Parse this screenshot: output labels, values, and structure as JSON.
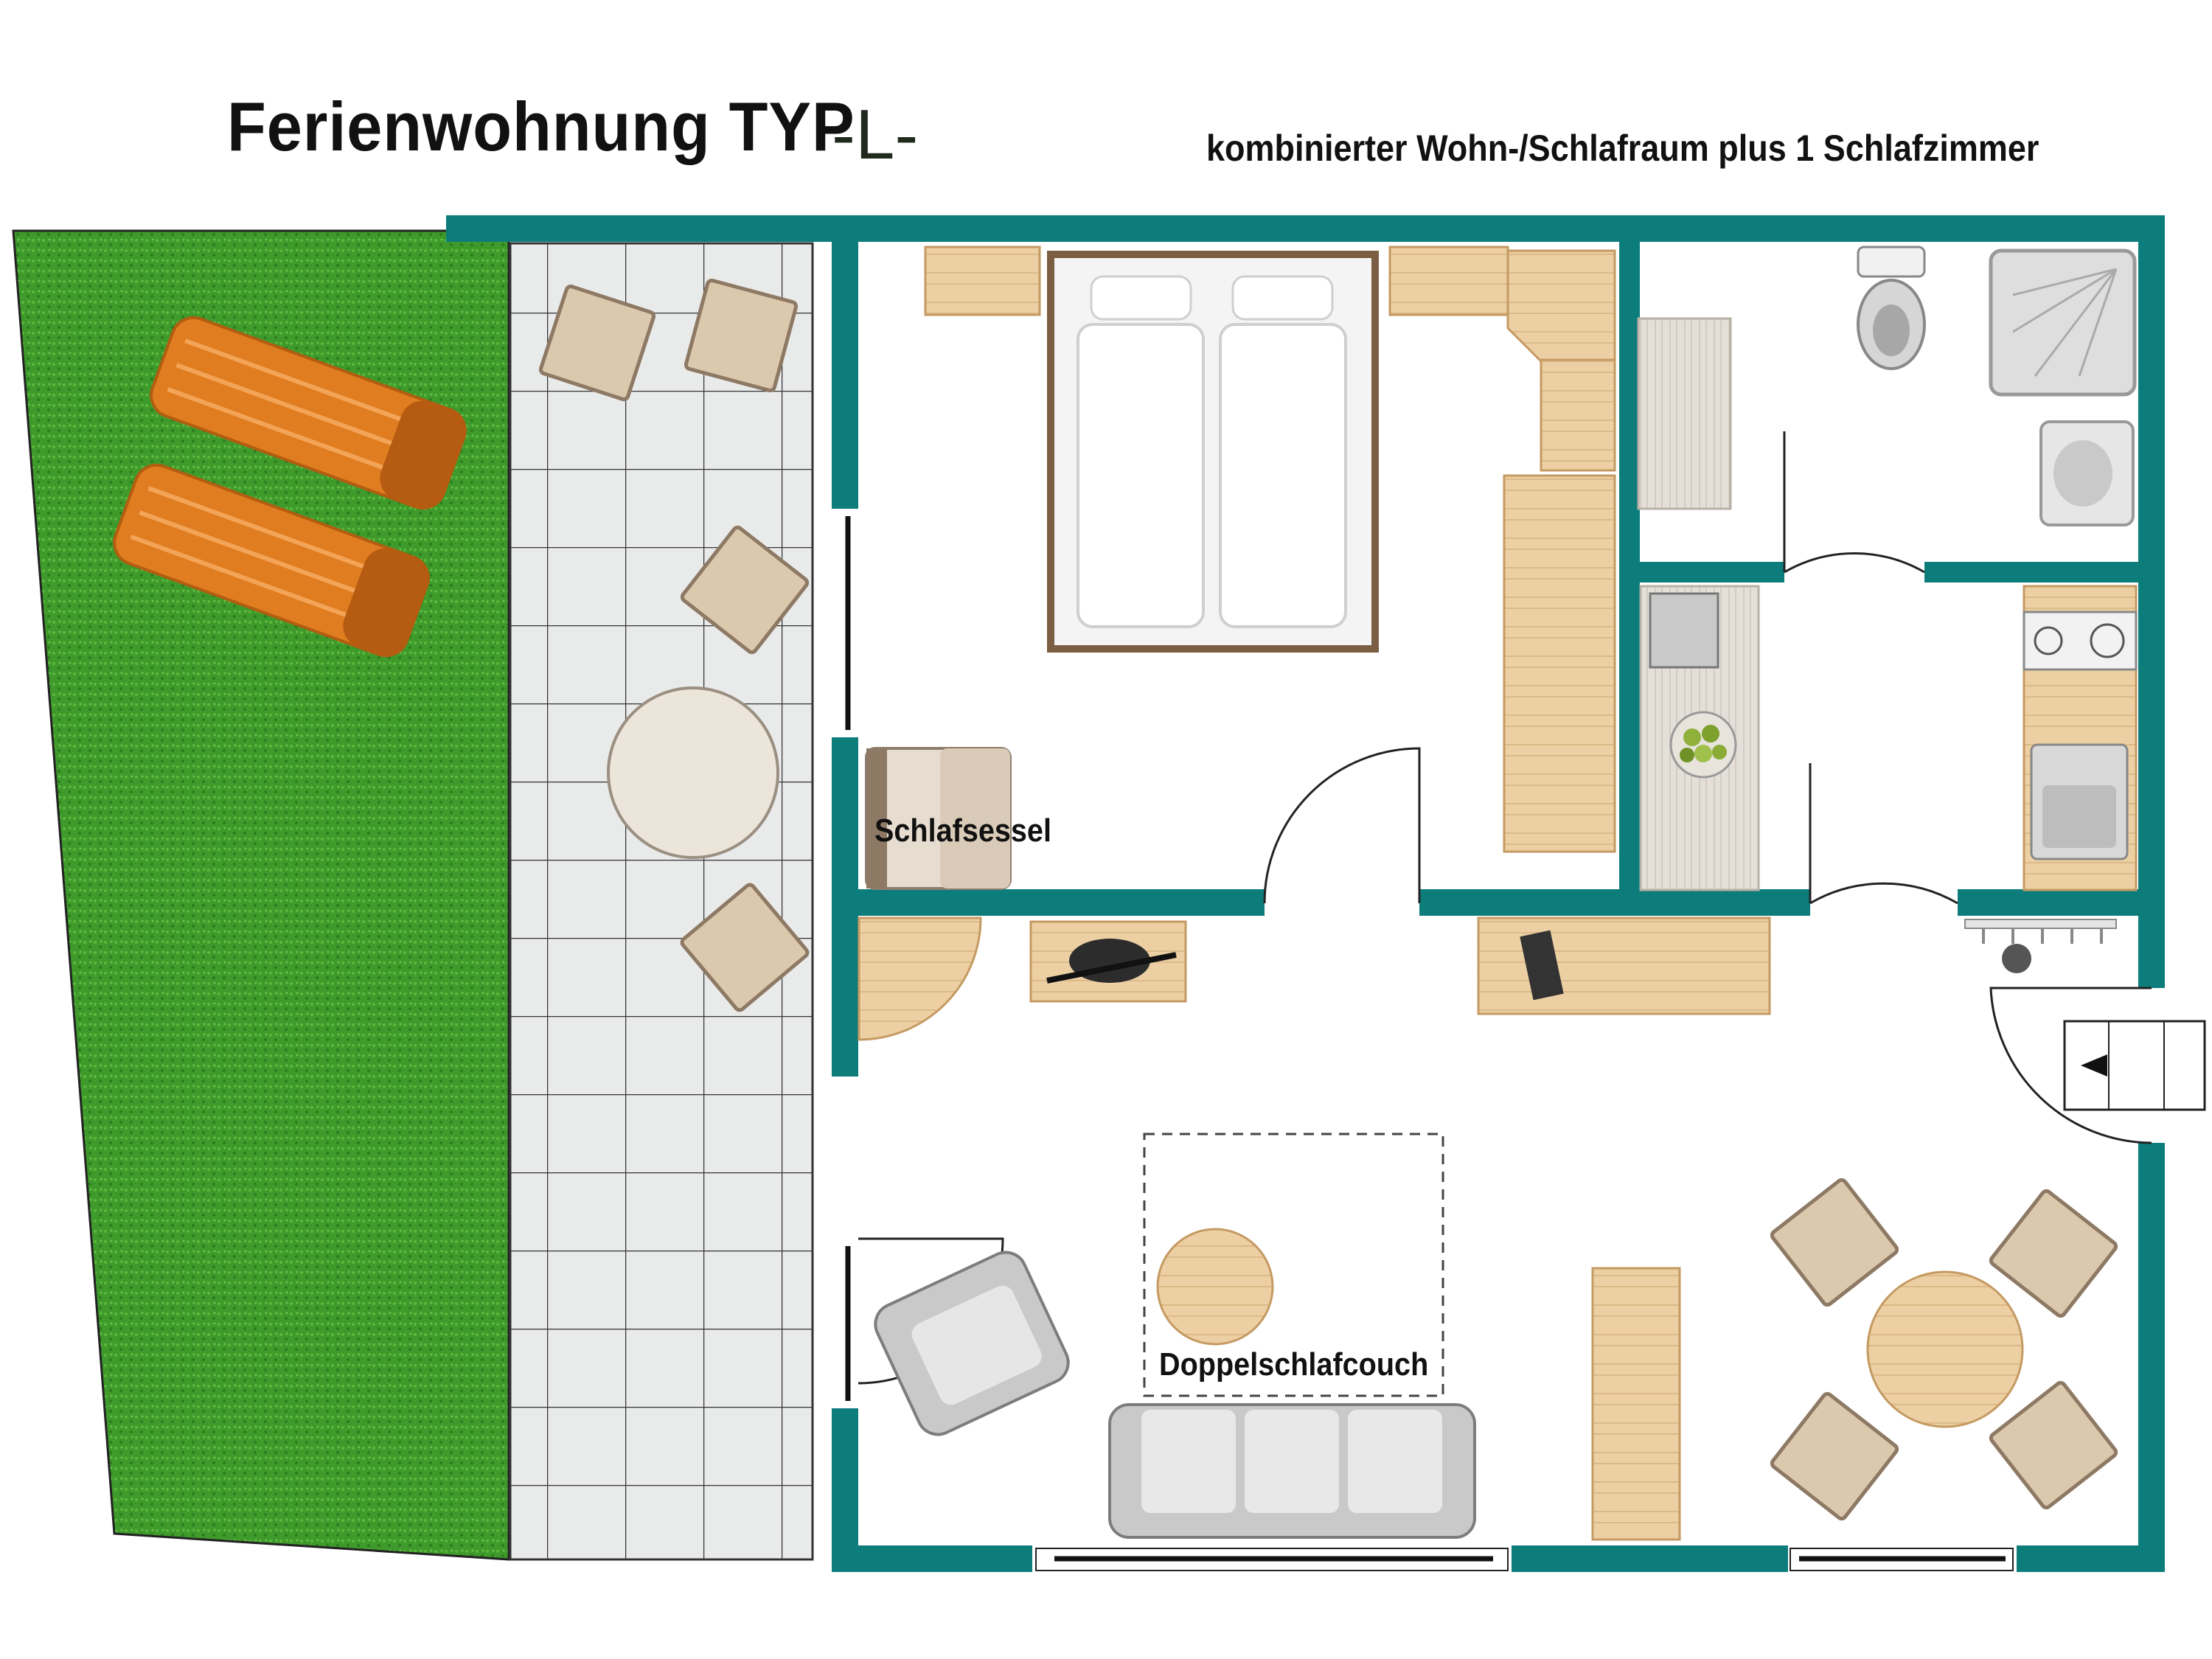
{
  "header": {
    "title": "Ferienwohnung TYP",
    "type_marker": "-L-",
    "subtitle": "kombinierter Wohn-/Schlafraum plus 1 Schlafzimmer"
  },
  "labels": {
    "sleeper_chair": "Schlafsessel",
    "sofa_bed": "Doppelschlafcouch"
  },
  "colors": {
    "wall": "#0d7d7c",
    "lawn": "#3e9a2b",
    "terrace_tile": "#e9eaea",
    "wood": "#e8c99a",
    "lounger": "#d77a22"
  }
}
